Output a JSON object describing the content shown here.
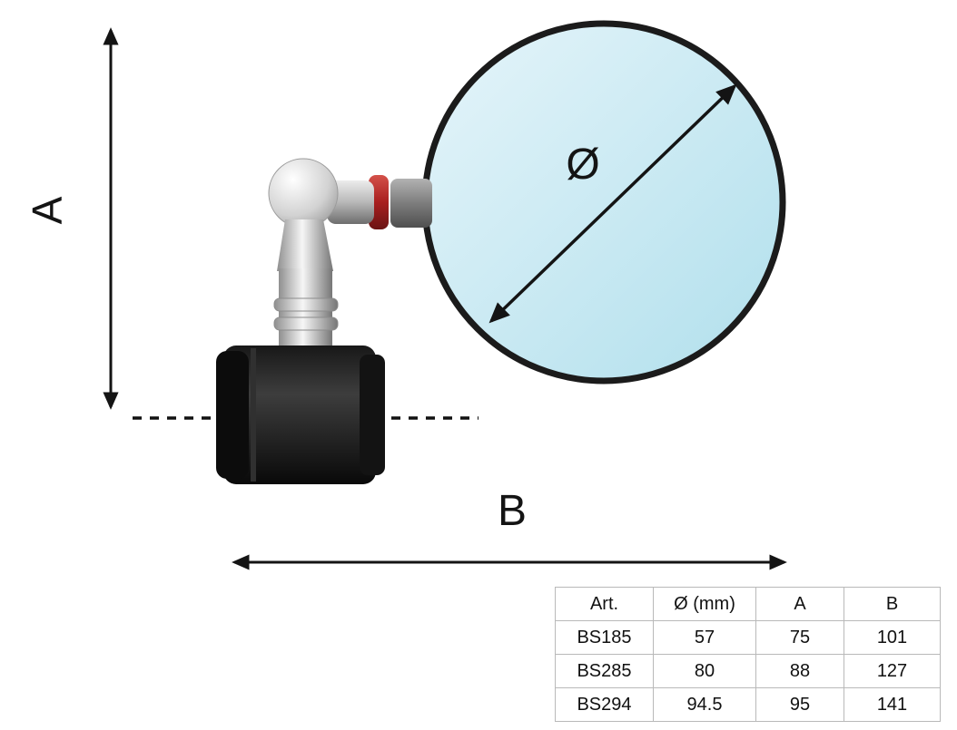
{
  "diagram": {
    "height_label": "A",
    "width_label": "B",
    "diameter_label": "Ø",
    "colors": {
      "mirror_glass": "#bfe4ee",
      "red_ring_accent": "#a81f1f",
      "clamp_black": "#1a1a1a",
      "line_color": "#141414"
    }
  },
  "table": {
    "headers": [
      "Art.",
      "Ø (mm)",
      "A",
      "B"
    ],
    "rows": [
      [
        "BS185",
        "57",
        "75",
        "101"
      ],
      [
        "BS285",
        "80",
        "88",
        "127"
      ],
      [
        "BS294",
        "94.5",
        "95",
        "141"
      ]
    ]
  }
}
